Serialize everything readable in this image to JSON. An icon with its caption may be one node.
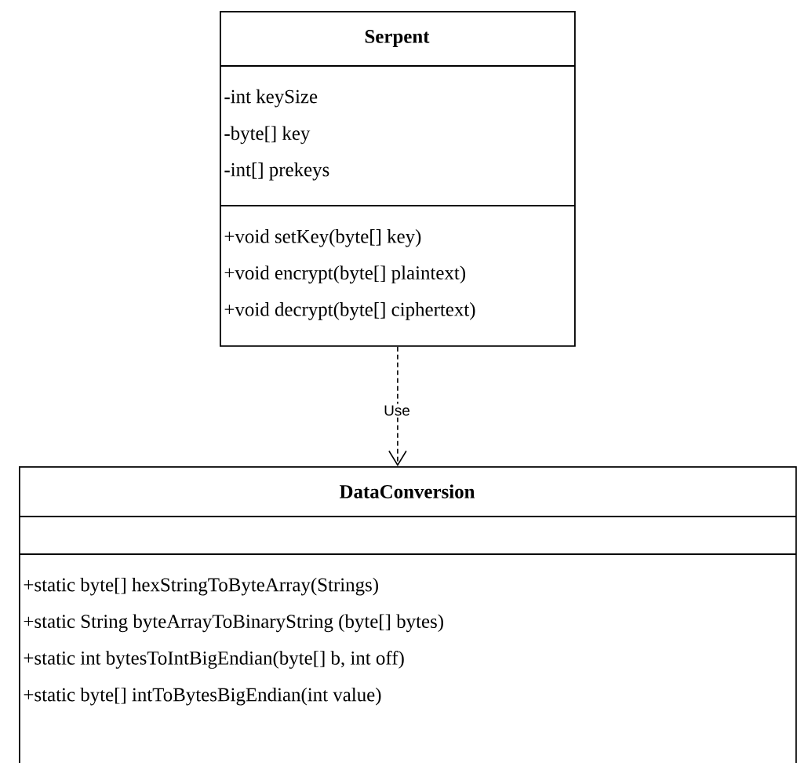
{
  "diagram": {
    "nodes": [
      {
        "text": [
          "Serpent",
          "-int keySize",
          "-byte[] key",
          "-int[] prekeys",
          "+void setKey(byte[] key)",
          "+void encrypt(byte[] plaintext)",
          "+void decrypt(byte[] ciphertext)"
        ]
      },
      {
        "text": [
          "DataConversion",
          "+static byte[] hexStringToByteArray(Strings)",
          "+static String byteArrayToBinaryString (byte[] bytes)",
          "+static int bytesToIntBigEndian(byte[] b, int off)",
          "+static byte[] intToBytesBigEndian(int value)"
        ]
      }
    ],
    "edges": [
      {
        "from": 0,
        "to": 1,
        "arrow": "to",
        "label": "Use",
        "style": "dashed"
      }
    ]
  }
}
